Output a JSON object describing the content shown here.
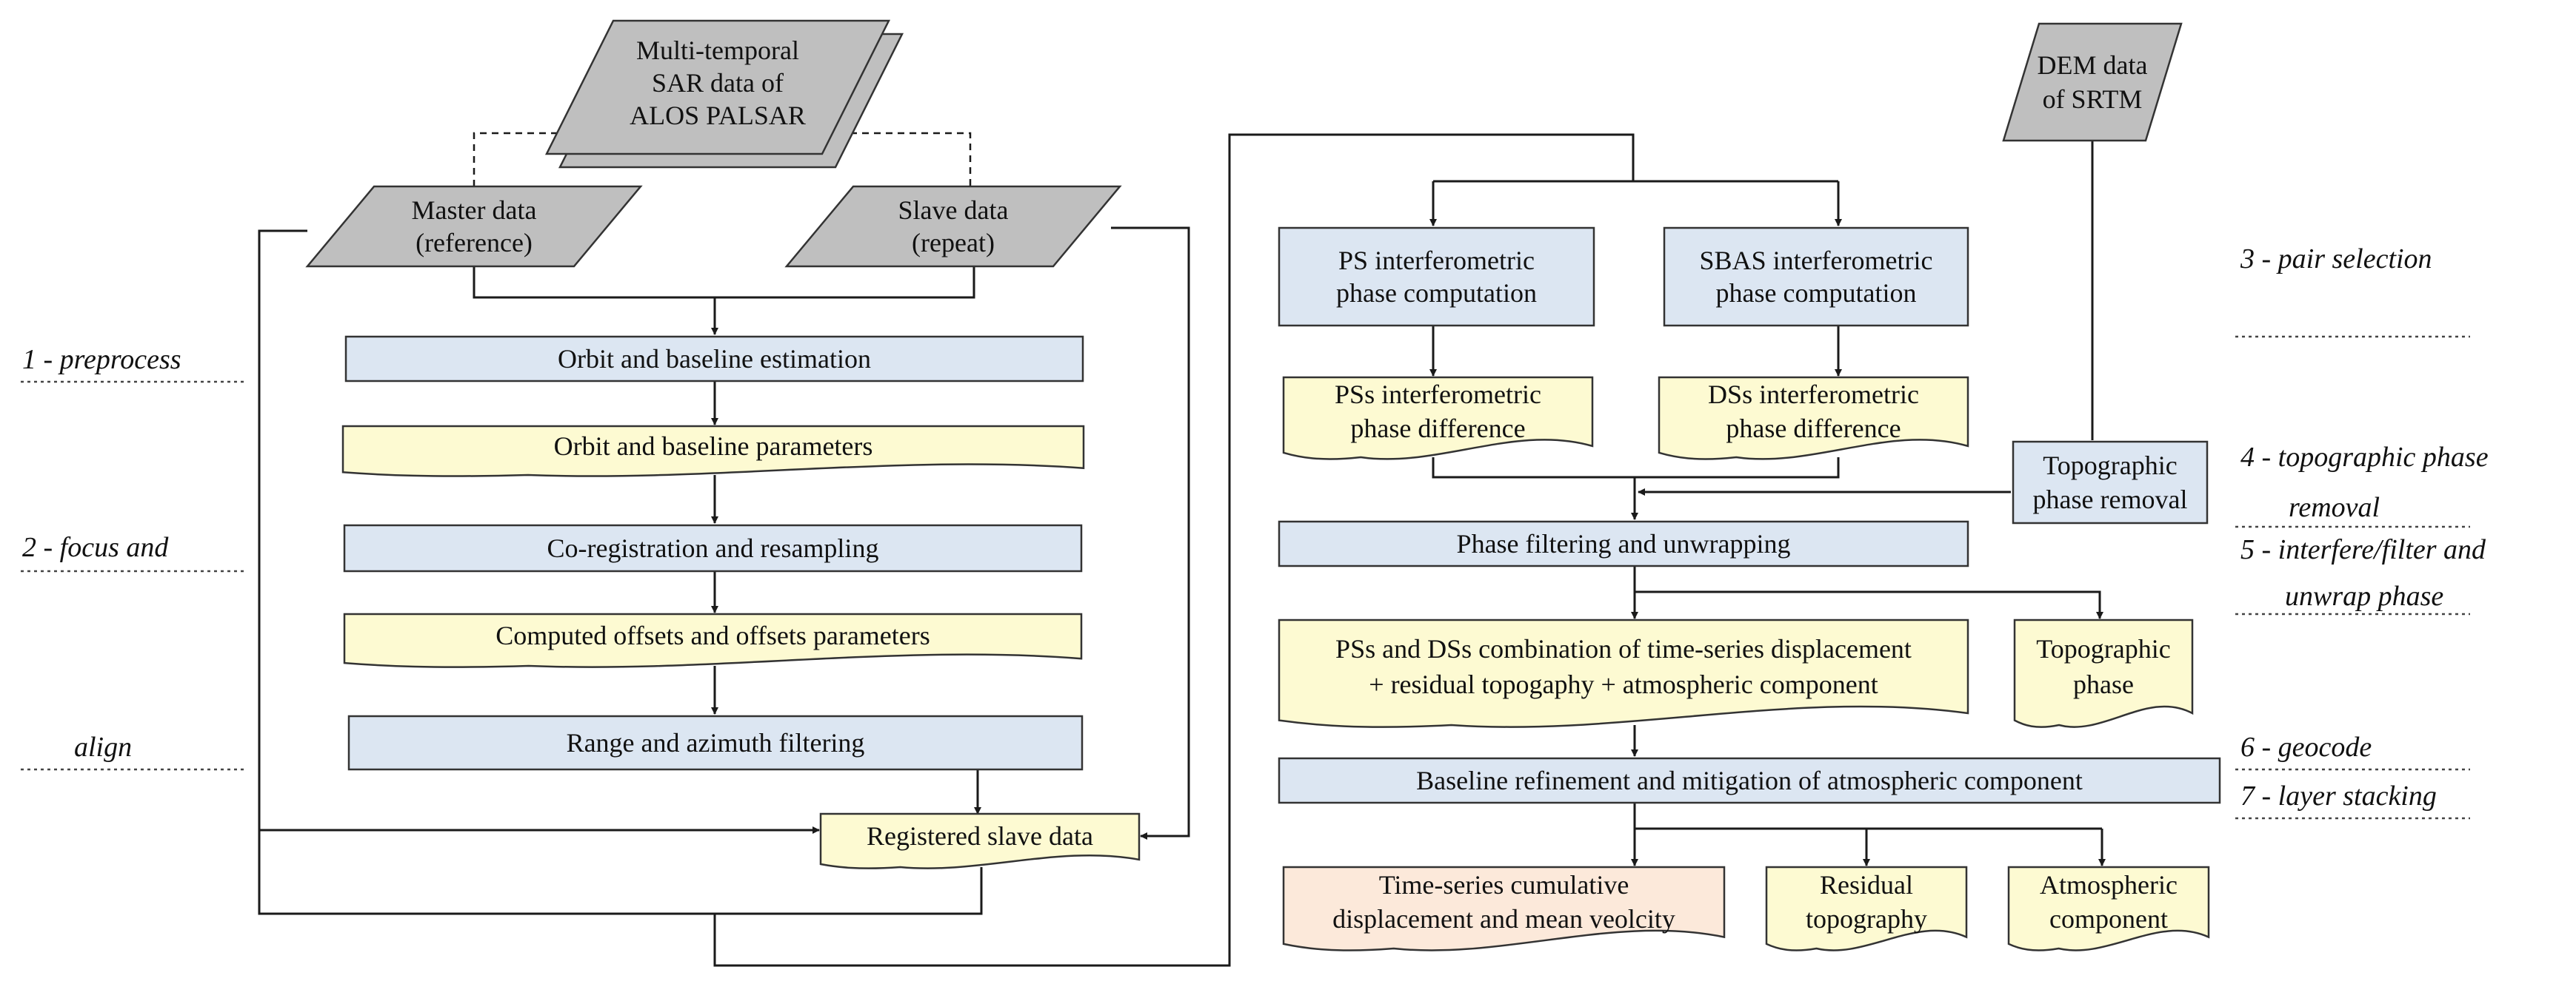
{
  "colors": {
    "process": "#dce6f2",
    "data": "#fdfad2",
    "input": "#bfbfbf",
    "result": "#fce9da",
    "line": "#1a1a1a"
  },
  "nodes": {
    "sar": {
      "lines": [
        "Multi-temporal",
        "SAR data of",
        "ALOS PALSAR"
      ]
    },
    "master": {
      "lines": [
        "Master data",
        "(reference)"
      ]
    },
    "slave": {
      "lines": [
        "Slave data",
        "(repeat)"
      ]
    },
    "orbit_est": {
      "lines": [
        "Orbit and baseline estimation"
      ]
    },
    "orbit_params": {
      "lines": [
        "Orbit and baseline parameters"
      ]
    },
    "coreg": {
      "lines": [
        "Co-registration and resampling"
      ]
    },
    "offsets": {
      "lines": [
        "Computed offsets and offsets parameters"
      ]
    },
    "range_filter": {
      "lines": [
        "Range and azimuth filtering"
      ]
    },
    "registered": {
      "lines": [
        "Registered slave data"
      ]
    },
    "dem": {
      "lines": [
        "DEM data",
        "of SRTM"
      ]
    },
    "ps_comp": {
      "lines": [
        "PS interferometric",
        "phase computation"
      ]
    },
    "sbas_comp": {
      "lines": [
        "SBAS interferometric",
        "phase computation"
      ]
    },
    "ps_diff": {
      "lines": [
        "PSs interferometric",
        "phase difference"
      ]
    },
    "ds_diff": {
      "lines": [
        "DSs interferometric",
        "phase difference"
      ]
    },
    "topo_removal": {
      "lines": [
        "Topographic",
        "phase removal"
      ]
    },
    "phase_filter": {
      "lines": [
        "Phase filtering and unwrapping"
      ]
    },
    "combination": {
      "lines": [
        "PSs and DSs combination of time-series displacement",
        "+ residual topogaphy + atmospheric component"
      ]
    },
    "topo_phase": {
      "lines": [
        "Topographic",
        "phase"
      ]
    },
    "baseline_ref": {
      "lines": [
        "Baseline refinement and mitigation of atmospheric component"
      ]
    },
    "cumulative": {
      "lines": [
        "Time-series cumulative",
        "displacement and mean veolcity"
      ]
    },
    "residual": {
      "lines": [
        "Residual",
        "topography"
      ]
    },
    "atmospheric": {
      "lines": [
        "Atmospheric",
        "component"
      ]
    }
  },
  "steps": {
    "preprocess": "1 - preprocess",
    "focus": "2 - focus and",
    "align": "align",
    "pair": "3 - pair selection",
    "topo1": "4 - topographic phase",
    "topo2": "removal",
    "interfere1": "5 - interfere/filter and",
    "interfere2": "unwrap  phase",
    "geocode": "6 - geocode",
    "stacking": "7 - layer stacking"
  }
}
